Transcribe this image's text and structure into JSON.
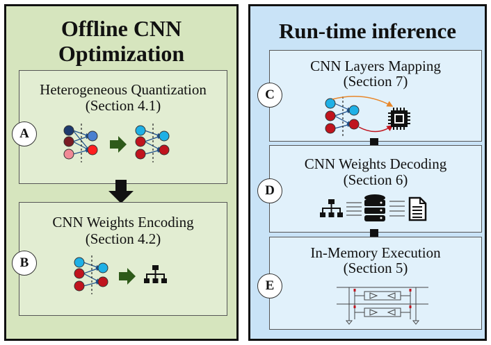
{
  "left_panel": {
    "title_line1": "Offline CNN",
    "title_line2": "Optimization",
    "steps": [
      {
        "badge": "A",
        "title": "Heterogeneous Quantization",
        "section": "(Section 4.1)"
      },
      {
        "badge": "B",
        "title": "CNN Weights Encoding",
        "section": "(Section 4.2)"
      }
    ]
  },
  "right_panel": {
    "title": "Run-time inference",
    "steps": [
      {
        "badge": "C",
        "title": "CNN Layers Mapping",
        "section": "(Section 7)"
      },
      {
        "badge": "D",
        "title": "CNN Weights Decoding",
        "section": "(Section 6)"
      },
      {
        "badge": "E",
        "title": "In-Memory Execution",
        "section": "(Section 5)"
      }
    ]
  },
  "colors": {
    "left_bg": "#d6e5be",
    "right_bg": "#c9e3f7",
    "node_blue": "#1fb0e6",
    "node_red": "#c0141e",
    "node_navy": "#1e3a6e",
    "node_darkred": "#7a1c24",
    "node_pink": "#f08a96",
    "arrow_green": "#2e5a1a"
  },
  "icons": [
    "neural-network-icon",
    "hierarchy-icon",
    "chip-icon",
    "database-icon",
    "document-icon",
    "circuit-icon"
  ]
}
